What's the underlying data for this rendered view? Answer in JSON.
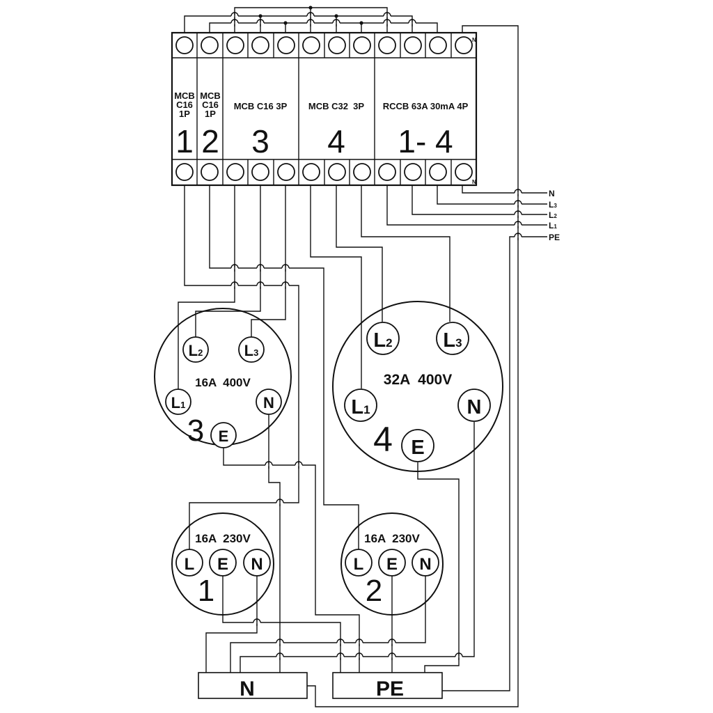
{
  "breakers": [
    {
      "lines": [
        "MCB",
        "C16",
        "1P"
      ],
      "number": "1"
    },
    {
      "lines": [
        "MCB",
        "C16",
        "1P"
      ],
      "number": "2"
    },
    {
      "label": "MCB C16 3P",
      "number": "3"
    },
    {
      "label": "MCB C32  3P",
      "number": "4"
    },
    {
      "label": "RCCB 63A 30mA 4P",
      "number": "1- 4"
    }
  ],
  "terminal_n_marker": "N",
  "supply": [
    {
      "main": "N",
      "sub": ""
    },
    {
      "main": "L",
      "sub": "3"
    },
    {
      "main": "L",
      "sub": "2"
    },
    {
      "main": "L",
      "sub": "1"
    },
    {
      "main": "PE",
      "sub": ""
    }
  ],
  "sockets": {
    "s3": {
      "rating": "16A  400V",
      "number": "3",
      "pins": {
        "L1": [
          "L",
          "1"
        ],
        "L2": [
          "L",
          "2"
        ],
        "L3": [
          "L",
          "3"
        ],
        "N": "N",
        "E": "E"
      }
    },
    "s4": {
      "rating": "32A  400V",
      "number": "4",
      "pins": {
        "L1": [
          "L",
          "1"
        ],
        "L2": [
          "L",
          "2"
        ],
        "L3": [
          "L",
          "3"
        ],
        "N": "N",
        "E": "E"
      }
    },
    "s1": {
      "rating": "16A  230V",
      "number": "1",
      "pins": {
        "L": "L",
        "E": "E",
        "N": "N"
      }
    },
    "s2": {
      "rating": "16A  230V",
      "number": "2",
      "pins": {
        "L": "L",
        "E": "E",
        "N": "N"
      }
    }
  },
  "bars": {
    "n": "N",
    "pe": "PE"
  }
}
